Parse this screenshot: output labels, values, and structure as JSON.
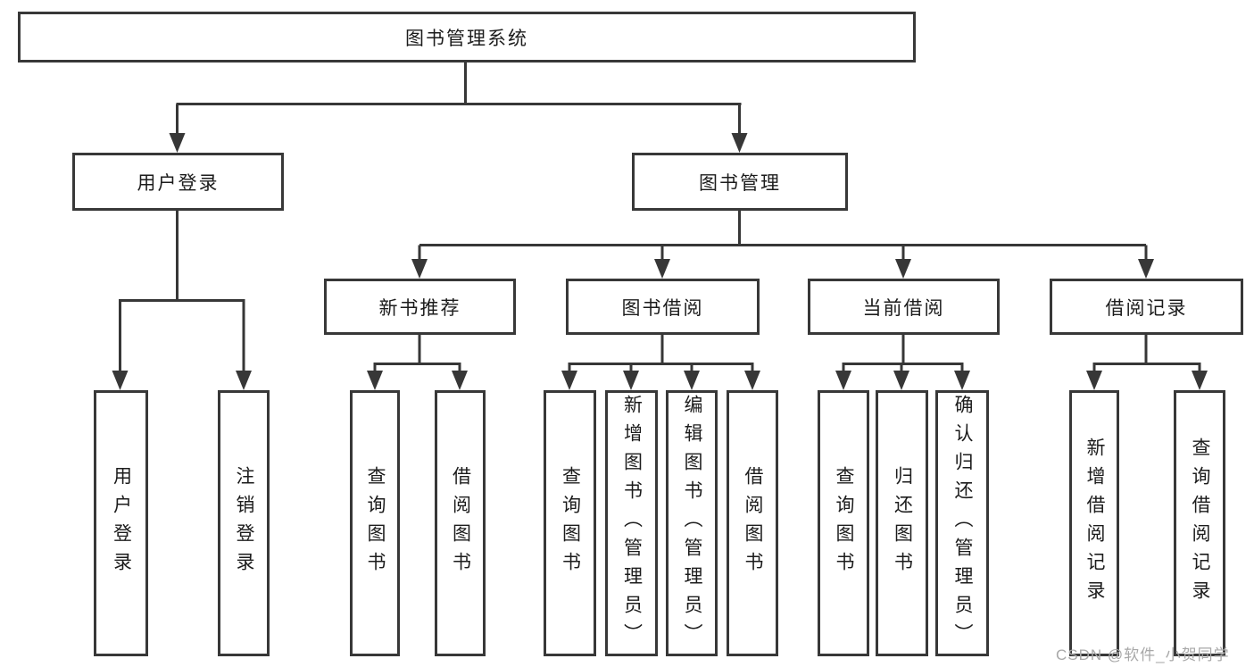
{
  "diagram": {
    "tree": {
      "label": "图书管理系统",
      "children": [
        {
          "label": "用户登录",
          "children": [
            {
              "label": "用户登录"
            },
            {
              "label": "注销登录"
            }
          ]
        },
        {
          "label": "图书管理",
          "children": [
            {
              "label": "新书推荐",
              "children": [
                {
                  "label": "查询图书"
                },
                {
                  "label": "借阅图书"
                }
              ]
            },
            {
              "label": "图书借阅",
              "children": [
                {
                  "label": "查询图书"
                },
                {
                  "label": "新增图书（管理员）"
                },
                {
                  "label": "编辑图书（管理员）"
                },
                {
                  "label": "借阅图书"
                }
              ]
            },
            {
              "label": "当前借阅",
              "children": [
                {
                  "label": "查询图书"
                },
                {
                  "label": "归还图书"
                },
                {
                  "label": "确认归还（管理员）"
                }
              ]
            },
            {
              "label": "借阅记录",
              "children": [
                {
                  "label": "新增借阅记录"
                },
                {
                  "label": "查询借阅记录"
                }
              ]
            }
          ]
        }
      ]
    }
  },
  "watermark": {
    "text": "CSDN @软件_小贺同学"
  },
  "colors": {
    "line": "#373737",
    "box_border": "#383838",
    "text": "#1c1c1c",
    "watermark": "#a8a8a8"
  }
}
